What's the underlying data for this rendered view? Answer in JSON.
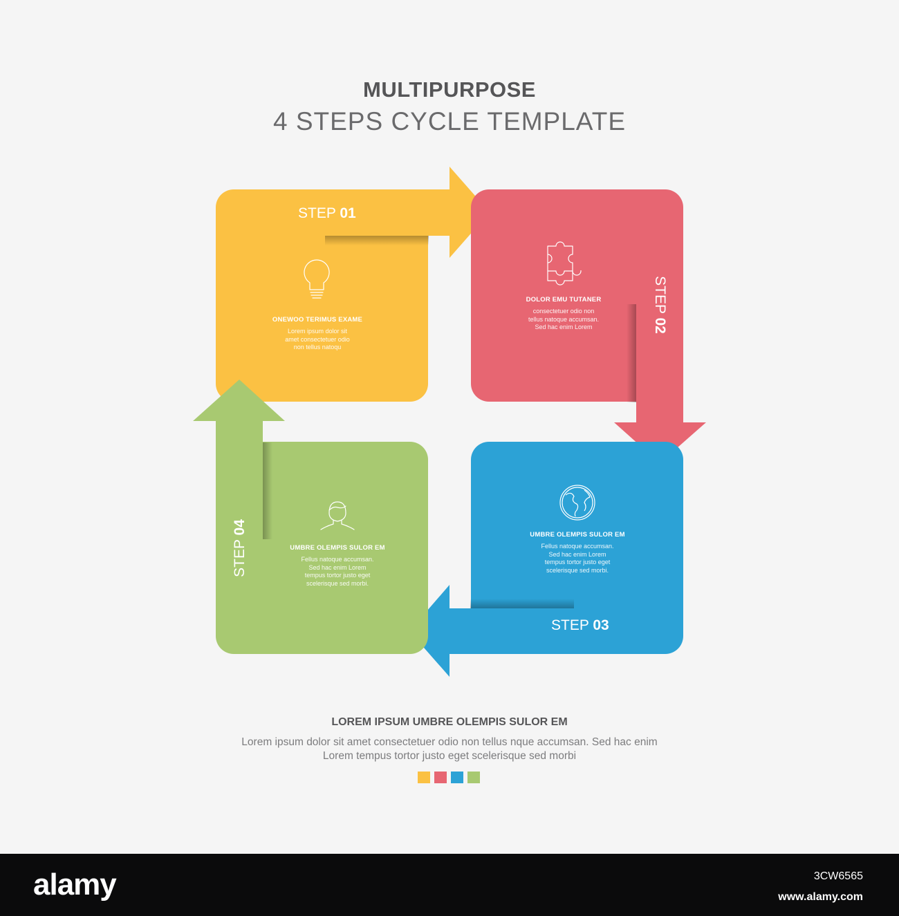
{
  "header": {
    "title": "MULTIPURPOSE",
    "subtitle": "4 STEPS CYCLE TEMPLATE"
  },
  "colors": {
    "background": "#f5f5f5",
    "step1": "#fbc143",
    "step2": "#e76672",
    "step3": "#2ca2d6",
    "step4": "#a8c971"
  },
  "steps": [
    {
      "word": "STEP",
      "number": "01",
      "icon": "lightbulb-icon",
      "heading": "ONEWOO TERIMUS EXAME",
      "body": [
        "Lorem ipsum dolor sit",
        "amet consectetuer odio",
        "non tellus natoqu"
      ]
    },
    {
      "word": "STEP",
      "number": "02",
      "icon": "puzzle-icon",
      "heading": "DOLOR EMU TUTANER",
      "body": [
        "consectetuer odio non",
        "tellus natoque accumsan.",
        "Sed hac enim Lorem"
      ]
    },
    {
      "word": "STEP",
      "number": "03",
      "icon": "globe-icon",
      "heading": "UMBRE OLEMPIS SULOR EM",
      "body": [
        "Fellus natoque accumsan.",
        "Sed hac enim Lorem",
        "tempus tortor justo eget",
        "scelerisque sed morbi."
      ]
    },
    {
      "word": "STEP",
      "number": "04",
      "icon": "person-icon",
      "heading": "UMBRE OLEMPIS SULOR EM",
      "body": [
        "Fellus natoque accumsan.",
        "Sed hac enim Lorem",
        "tempus tortor justo eget",
        "scelerisque sed morbi."
      ]
    }
  ],
  "footer": {
    "heading": "LOREM IPSUM UMBRE OLEMPIS SULOR EM",
    "lines": [
      "Lorem ipsum dolor sit amet consectetuer odio non tellus nque accumsan. Sed hac enim",
      "Lorem tempus tortor justo eget scelerisque sed morbi"
    ]
  },
  "watermark": {
    "logo": "alamy",
    "image_id": "3CW6565",
    "url": "www.alamy.com"
  }
}
